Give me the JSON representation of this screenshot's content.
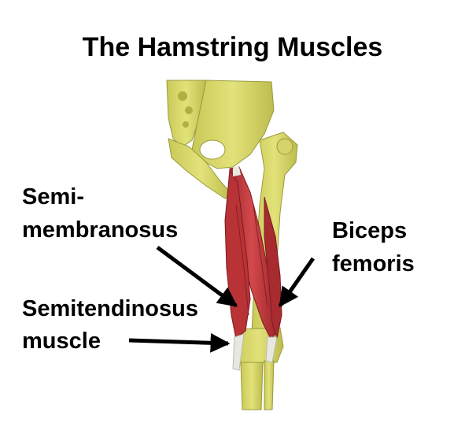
{
  "diagram": {
    "title": "The Hamstring Muscles",
    "labels": {
      "semimembranosus_line1": "Semi-",
      "semimembranosus_line2": "membranosus",
      "biceps_line1": "Biceps",
      "biceps_line2": "femoris",
      "semitendinosus_line1": "Semitendinosus",
      "semitendinosus_line2": "muscle"
    },
    "colors": {
      "bone": "#d9d96a",
      "bone_shade": "#b8b84a",
      "muscle": "#c0393e",
      "muscle_shade": "#8f2228",
      "tendon": "#e8e8e0",
      "arrow": "#000000"
    }
  }
}
